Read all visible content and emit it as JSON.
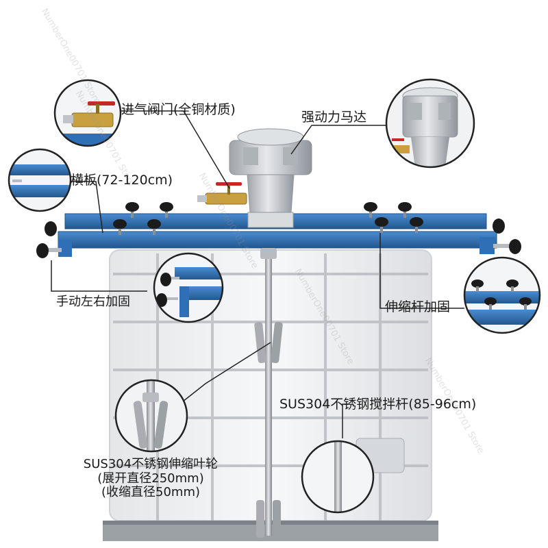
{
  "labels": {
    "air_valve": "进气阀门(全铜材质)",
    "motor": "强动力马达",
    "crossbar": "横板(72-120cm)",
    "manual_fix": "手动左右加固",
    "telescopic_fix": "伸缩杆加固",
    "stirring_rod": "SUS304不锈钢搅拌杆(85-96cm)",
    "impeller_line1": "SUS304不锈钢伸缩叶轮",
    "impeller_line2": "(展开直径250mm)",
    "impeller_line3": "(收缩直径50mm)"
  },
  "watermark": "NumberOne00701 Store",
  "colors": {
    "beam_blue": "#2f6fb5",
    "beam_dark": "#1f4f88",
    "knob": "#1b1b1b",
    "motor_silver": "#c9cdd2",
    "brass": "#c9a040",
    "valve_red": "#c62828",
    "tank_white": "#f3f4f5",
    "cage_gray": "#b9bdc2"
  },
  "icons": [
    "air-valve-detail",
    "motor-detail",
    "crossbar-end-detail",
    "knob-clamp-detail",
    "telescopic-knob-detail",
    "impeller-detail",
    "rod-detail"
  ]
}
